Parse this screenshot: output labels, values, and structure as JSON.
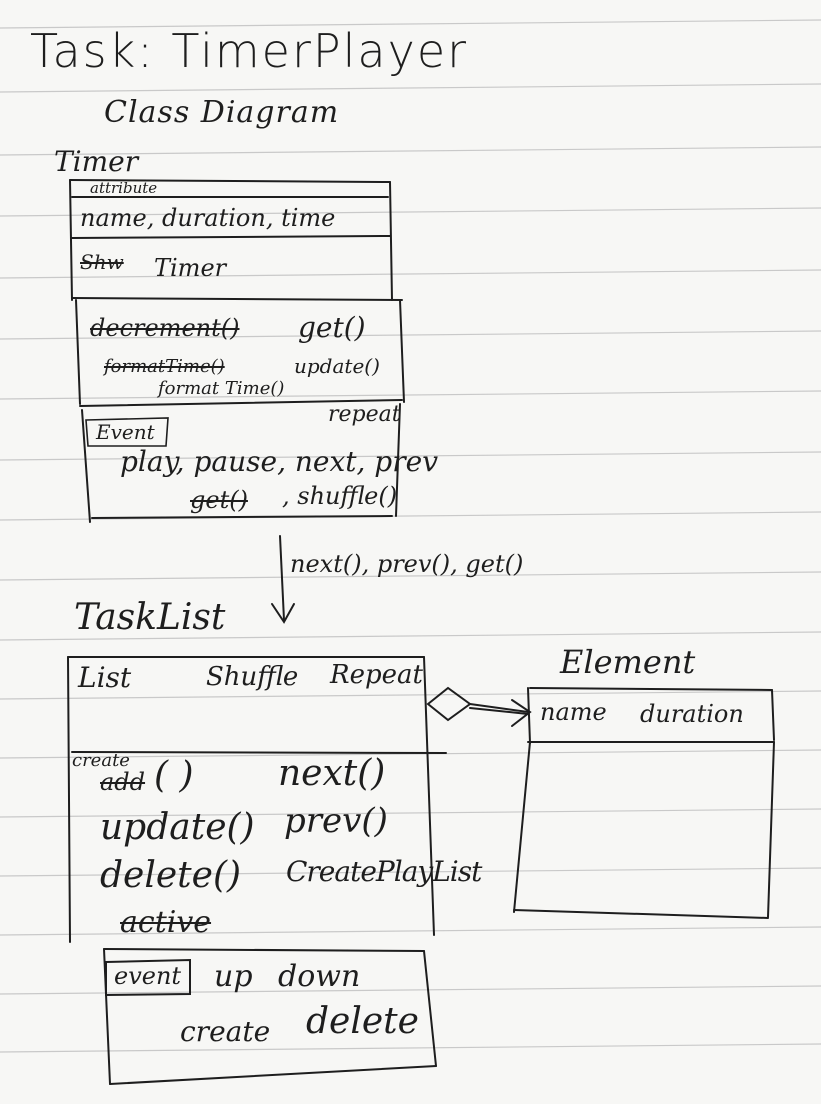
{
  "page_title": "Task: TimerPlayer",
  "subtitle": "Class Diagram",
  "timer": {
    "name": "Timer",
    "attr_header": "attribute",
    "attributes": "name, duration, time",
    "attribute_struck": "Shw",
    "attribute_extra": "Timer",
    "methods": {
      "decrement_struck": "decrement()",
      "get": "get()",
      "update": "update()",
      "format_struck": "formatTime()",
      "format_time": "format Time()"
    },
    "event_header": "Event",
    "repeat": "repeat",
    "events": "play, pause, next, prev",
    "get_struck": "get()",
    "shuffle": ", shuffle()"
  },
  "arrow_label": "next(), prev(), get()",
  "tasklist": {
    "name": "TaskList",
    "attributes": {
      "list": "List",
      "shuffle": "Shuffle",
      "repeat": "Repeat"
    },
    "methods": {
      "create_above": "create",
      "add_struck": "add",
      "parens": "(   )",
      "next": "next()",
      "update": "update()",
      "prev": "prev()",
      "delete": "delete()",
      "create_playlist": "CreatePlayList",
      "active_struck": "active"
    },
    "event_header": "event",
    "events": {
      "up": "up",
      "down": "down",
      "create": "create",
      "delete": "delete"
    }
  },
  "element": {
    "name": "Element",
    "attributes": {
      "name": "name",
      "duration": "duration"
    }
  },
  "colors": {
    "ink": "#1e1e1e",
    "paper": "#f7f7f5",
    "rule": "#c9c9c9"
  }
}
